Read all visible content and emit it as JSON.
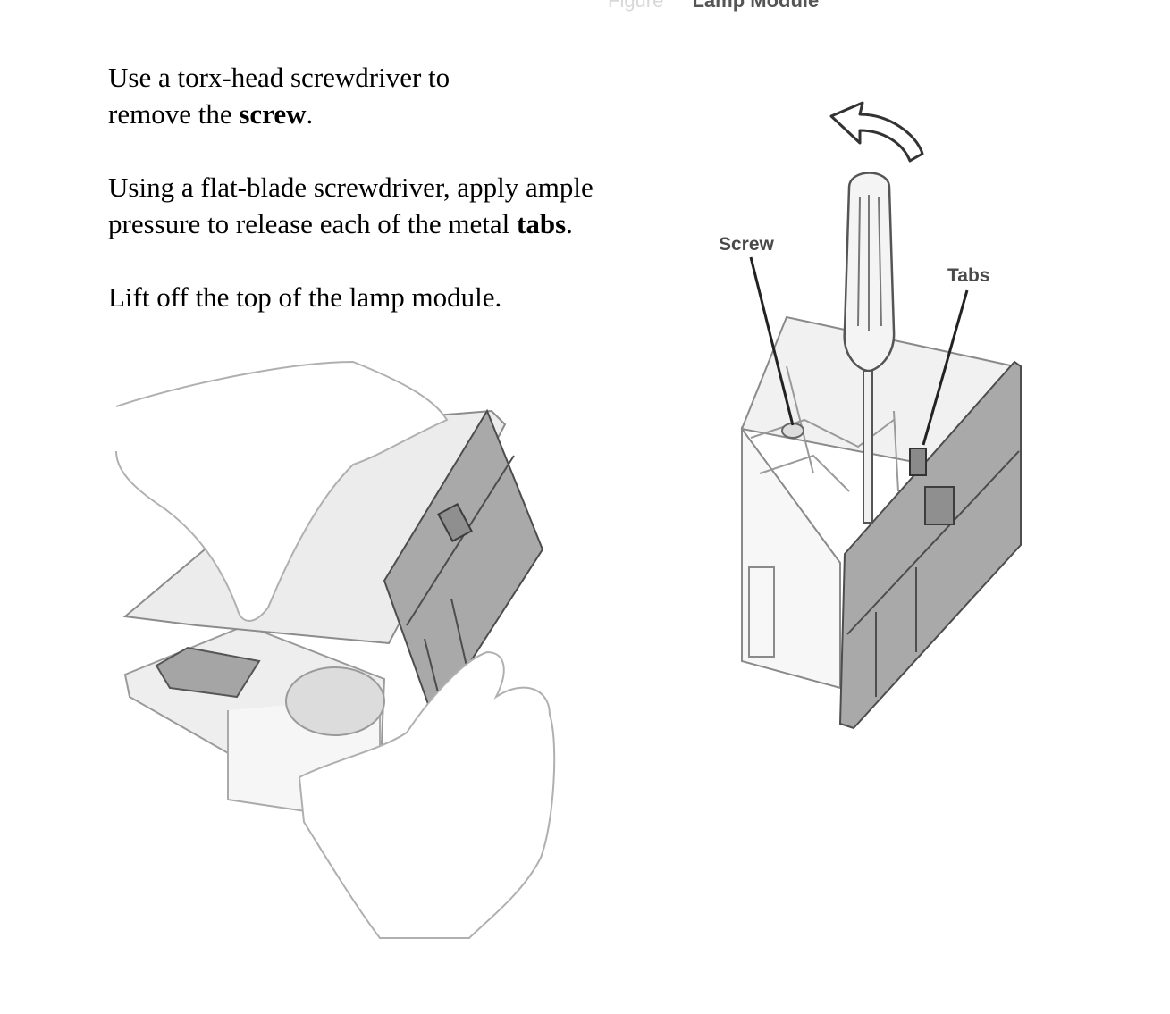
{
  "header_crop": {
    "left_fragment": "Figure",
    "right_fragment": "Lamp Module"
  },
  "steps": [
    {
      "line1": "Use a torx-head screwdriver to",
      "line2_prefix": "remove the ",
      "line2_bold": "screw",
      "line2_suffix": "."
    },
    {
      "line1": "Using a flat-blade screwdriver, apply ample",
      "line2_prefix": "pressure to release each of the metal ",
      "line2_bold": "tabs",
      "line2_suffix": "."
    },
    {
      "line1": "Lift off the top of the lamp module."
    }
  ],
  "right_figure": {
    "callouts": [
      {
        "label": "Screw"
      },
      {
        "label": "Tabs"
      }
    ]
  },
  "colors": {
    "panel_gray": "#a9a9a9",
    "light_gray": "#e8e8e8",
    "line": "#4d4d4d"
  }
}
